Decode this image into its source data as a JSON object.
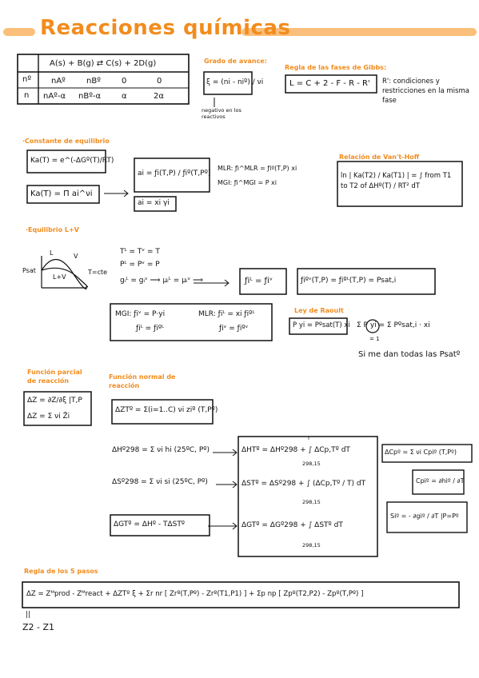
{
  "title": "Reacciones químicas",
  "table": {
    "header": "A(s) + B(g) ⇄ C(s) + 2D(g)",
    "row1_label": "nº",
    "row1": [
      "nAº",
      "nBº",
      "0",
      "0"
    ],
    "row2_label": "n",
    "row2": [
      "nAº-α",
      "nBº-α",
      "α",
      "2α"
    ]
  },
  "avance": {
    "heading": "Grado de avance:",
    "formula": "ξ = (ni - niº) / νi",
    "note": "negativo en los reactivos"
  },
  "gibbs": {
    "heading": "Regla de las fases de Gibbs:",
    "formula": "L = C + 2 - F - R - R'",
    "note": "R': condiciones y restricciones en la misma fase"
  },
  "equilibrio": {
    "heading": "·Constante de equilibrio",
    "k1": "Ka(T) = e^(-ΔGº(T)/RT)",
    "k2": "Ka(T) = Π ai^νi",
    "activity": "ai = ƒi(T,P) / ƒiº(T,Pº)",
    "ai_ideal": "ai = xi γi",
    "mlr": "MLR: ƒi^MLR = ƒiº(T,P) xi",
    "mgi": "MGI: ƒi^MGI = P xi"
  },
  "vant_hoff": {
    "heading": "Relación de Van't-Hoff",
    "formula": "ln | Ka(T2) / Ka(T1) | = ∫ from T1 to T2 of ΔHº(T) / RT² dT"
  },
  "lv": {
    "heading": "·Equilibrio L+V",
    "psat": "Psat",
    "curve_l": "L",
    "curve_v": "V",
    "region": "L+V",
    "tcte": "T=cte",
    "conditions": [
      "Tᴸ = Tᵛ = T",
      "Pᴸ = Pᵛ = P",
      "gᵢᴸ = gᵢᵛ ⟹ μᵢᴸ = μᵢᵛ ⟹"
    ],
    "fug_equal": "ƒiᴸ = ƒiᵛ",
    "fug_sat": "ƒiºᵛ(T,P) = ƒiºᴸ(T,P) = Psat,i",
    "mgi_v": "MGI: ƒiᵛ = P·yi",
    "mgi_l": "ƒiᴸ = ƒiºᴸ",
    "mlr_l": "MLR: ƒiᴸ = xi ƒiºᴸ",
    "mlr_v": "ƒiᵛ = ƒiºᵛ",
    "raoult_heading": "Ley de Raoult",
    "raoult": "P yi = Pºsat(T) xi",
    "raoult_sum": "Σ P yi = Σ Pºsat,i · xi",
    "sum_one": "= 1",
    "note": "Si me dan todas las Psatº"
  },
  "parcial": {
    "heading": "Función parcial de reacción",
    "f1": "ΔZ = ∂Z/∂ξ |T,P",
    "f2": "ΔZ = Σ νi Z̄i"
  },
  "normal": {
    "heading": "Función normal de reacción",
    "f1": "ΔZTº = Σ(i=1..C) νi ziº (T,Pº)"
  },
  "thermo": {
    "h298": "ΔHº298 = Σ νi hi (25ºC, Pº)",
    "s298": "ΔSº298 = Σ νi si (25ºC, Pº)",
    "g": "ΔGTº = ΔHº - TΔSTº",
    "ht": "ΔHTº = ΔHº298 + ∫ ΔCp,Tº dT",
    "st": "ΔSTº = ΔSº298 + ∫ (ΔCp,Tº / T) dT",
    "gt": "ΔGTº = ΔGº298 + ∫ ΔSTº dT",
    "lower": "298,15",
    "upper": "T",
    "cp": "ΔCpº = Σ νi Cpiº (T,Pº)",
    "cpi": "Cpiº = ∂hiº / ∂T",
    "si": "Siº = - ∂giº / ∂T |P=Pº"
  },
  "cinco": {
    "heading": "Regla de los 5 pasos",
    "formula": "ΔZ = Zᴹprod - Zᴹreact + ΔZTº ξ + Σr nr [ Zrº(T,Pº) - Zrº(T1,P1) ] + Σp np [ Zpº(T2,P2) - Zpº(T,Pº) ]",
    "equals": "||",
    "result": "Z2 - Z1"
  },
  "colors": {
    "accent": "#f28c1e",
    "highlight": "#fbbf7c"
  }
}
